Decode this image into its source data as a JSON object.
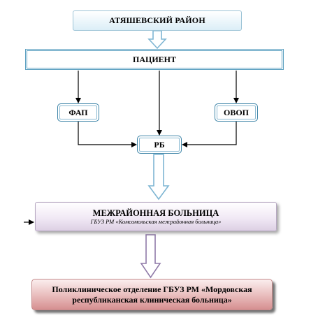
{
  "nodes": {
    "district": "АТЯШЕВСКИЙ РАЙОН",
    "patient": "ПАЦИЕНТ",
    "fap": "ФАП",
    "ovop": "ОВОП",
    "rb": "РБ",
    "interdistrict_title": "МЕЖРАЙОННАЯ БОЛЬНИЦА",
    "interdistrict_subtitle": "ГБУЗ РМ «Комсомольская межрайонная больница»",
    "polyclinic": "Поликлиническое отделение ГБУЗ РМ «Мордовская республиканская клиническая больница»"
  },
  "colors": {
    "hollow_arrow_blue": "#7fb6d3",
    "hollow_arrow_purple": "#8f7aa8",
    "line": "#000000"
  }
}
